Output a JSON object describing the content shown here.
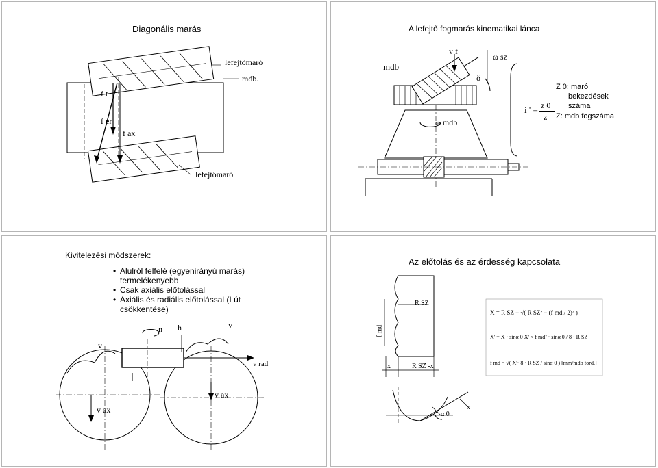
{
  "slides": {
    "s1": {
      "title": "Diagonális marás",
      "labels": {
        "top_tool": "lefejtőmaró",
        "mdb": "mdb.",
        "ft": "f t",
        "fer": "f er",
        "fax": "f ax",
        "bottom_tool": "lefejtőmaró"
      }
    },
    "s2": {
      "title": "A lefejtő fogmarás kinematikai lánca",
      "labels": {
        "mdb": "mdb",
        "vf": "v f",
        "omega_sz": "ω sz",
        "delta": "δ",
        "omega_mdb": "ω mdb",
        "ratio_lhs": "i ' =",
        "ratio_num": "z 0",
        "ratio_den": "z",
        "legend_line1": "Z 0: maró",
        "legend_line2": "bekezdések",
        "legend_line3": "száma",
        "legend_line4": "Z: mdb fogszáma"
      }
    },
    "s3": {
      "heading": "Kivitelezési módszerek:",
      "bullets": [
        "Alulról felfelé (egyenirányú marás)",
        "termelékenyebb",
        "Csak axiális előtolással",
        "Axiális és radiális előtolással (I út",
        "csökkentése)"
      ],
      "labels": {
        "n": "n",
        "h": "h",
        "v_right": "v",
        "v_left": "v",
        "vrad": "v rad",
        "vax_center": "v ax",
        "vax_left": "v ax"
      }
    },
    "s4": {
      "title": "Az előtolás és az érdesség kapcsolata",
      "labels": {
        "rsz": "R SZ",
        "fmd": "f md",
        "x_left": "x",
        "rsz_minus_x": "R SZ -x",
        "alpha0": "α 0",
        "x_right": "x"
      },
      "formulas": {
        "f1": "X = R SZ − √( R SZ² − (f md / 2)² )",
        "f2": "X' = X · sinα 0   X' ≈ f md² · sinα 0 / 8 · R SZ",
        "f3": "f md = √( X'· 8 · R SZ / sinα 0 )   [mm/mdb ford.]",
        "unit": "[mm/mdb ford.]"
      }
    }
  }
}
